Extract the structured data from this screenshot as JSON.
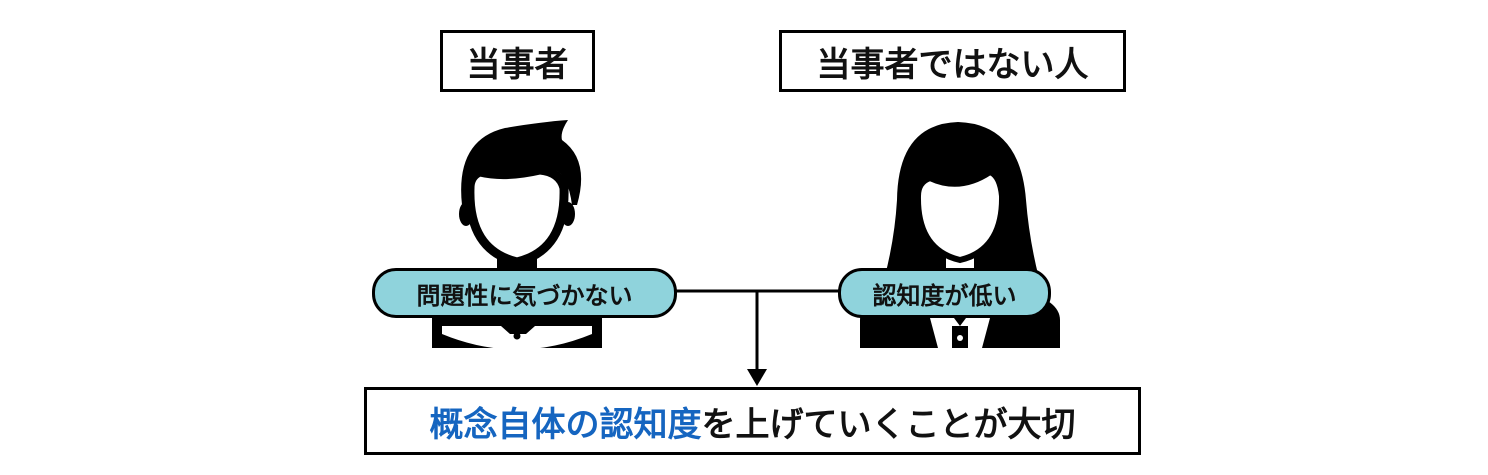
{
  "left": {
    "title": "当事者",
    "label": "問題性に気づかない",
    "icon": "man-avatar-icon"
  },
  "right": {
    "title": "当事者ではない人",
    "label": "認知度が低い",
    "icon": "woman-avatar-icon"
  },
  "conclusion": {
    "highlight": "概念自体の認知度",
    "rest": "を上げていくことが大切",
    "highlight_color": "#1565c0"
  },
  "colors": {
    "pill": "#8fd3dc",
    "stroke": "#000000"
  }
}
